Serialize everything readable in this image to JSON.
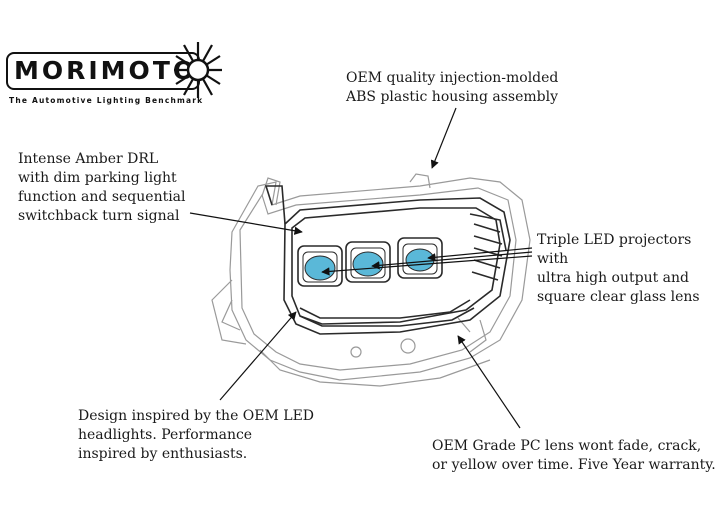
{
  "brand": {
    "name": "MORIMOTO",
    "tagline": "The Automotive Lighting Benchmark"
  },
  "callouts": {
    "housing": "OEM quality injection-molded\nABS plastic housing assembly",
    "drl": "Intense Amber DRL\nwith dim parking light\nfunction and sequential\nswitchback turn signal",
    "projectors": "Triple LED projectors with\nultra high output and\nsquare clear glass lens",
    "design": "Design inspired by the OEM LED\nheadlights. Performance\ninspired by enthusiasts.",
    "lens": "OEM Grade PC lens wont fade, crack,\nor yellow over time. Five Year warranty."
  },
  "colors": {
    "projector_lens": "#5ab8d8",
    "line_art": "#2a2a2a",
    "housing_light": "#9a9a9a"
  }
}
